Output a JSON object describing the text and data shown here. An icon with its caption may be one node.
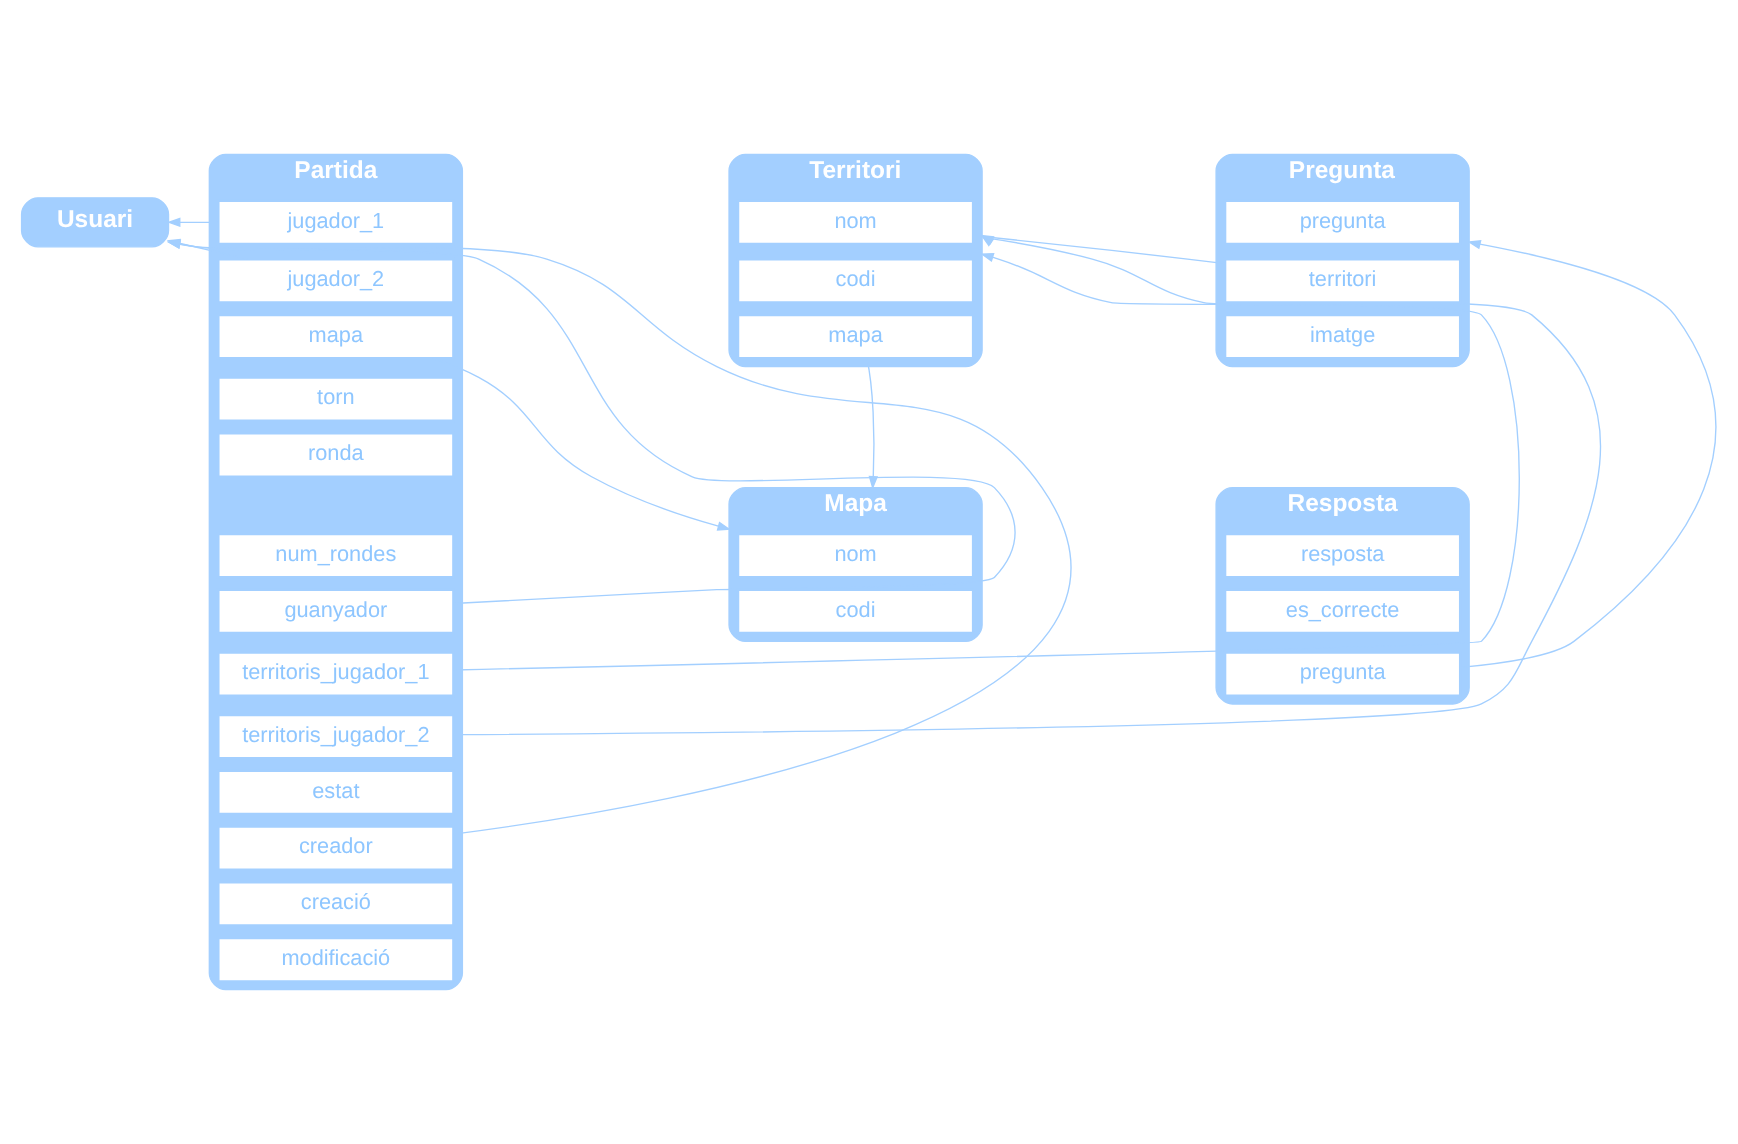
{
  "diagram": {
    "nodes": [
      {
        "text": [
          "Usuari"
        ]
      },
      {
        "text": [
          "Partida"
        ]
      },
      {
        "text": [
          "jugador_1"
        ],
        "in": 1
      },
      {
        "text": [
          "jugador_2"
        ],
        "in": 1
      },
      {
        "text": [
          "mapa"
        ],
        "in": 1
      },
      {
        "text": [
          "torn"
        ],
        "in": 1
      },
      {
        "text": [
          "ronda"
        ],
        "in": 1
      },
      {
        "text": [
          "num_rondes"
        ],
        "in": 1
      },
      {
        "text": [
          "guanyador"
        ],
        "in": 1
      },
      {
        "text": [
          "territoris_jugador_1"
        ],
        "in": 1
      },
      {
        "text": [
          "territoris_jugador_2"
        ],
        "in": 1
      },
      {
        "text": [
          "estat"
        ],
        "in": 1
      },
      {
        "text": [
          "creador"
        ],
        "in": 1
      },
      {
        "text": [
          "creació"
        ],
        "in": 1
      },
      {
        "text": [
          "modificació"
        ],
        "in": 1
      },
      {
        "text": [
          "Pregunta"
        ]
      },
      {
        "text": [
          "pregunta"
        ],
        "in": 15
      },
      {
        "text": [
          "territori"
        ],
        "in": 15
      },
      {
        "text": [
          "imatge"
        ],
        "in": 15
      },
      {
        "text": [
          "Territori"
        ]
      },
      {
        "text": [
          "nom"
        ],
        "in": 19
      },
      {
        "text": [
          "codi"
        ],
        "in": 19
      },
      {
        "text": [
          "mapa"
        ],
        "in": 19
      },
      {
        "text": [
          "Resposta"
        ]
      },
      {
        "text": [
          "resposta"
        ],
        "in": 23
      },
      {
        "text": [
          "es_correcte"
        ],
        "in": 23
      },
      {
        "text": [
          "pregunta"
        ],
        "in": 23
      },
      {
        "text": [
          "Mapa"
        ]
      },
      {
        "text": [
          "nom"
        ],
        "in": 27
      },
      {
        "text": [
          "codi"
        ],
        "in": 27
      }
    ],
    "edges": [
      {
        "from": 2,
        "to": 0,
        "arrow": "to"
      },
      {
        "from": 3,
        "to": 0,
        "arrow": "to"
      },
      {
        "from": 8,
        "to": 0,
        "arrow": "to"
      },
      {
        "from": 12,
        "to": 0,
        "arrow": "to"
      },
      {
        "from": 4,
        "to": 27,
        "arrow": "to"
      },
      {
        "from": 9,
        "to": 19,
        "arrow": "to"
      },
      {
        "from": 10,
        "to": 19,
        "arrow": "to"
      },
      {
        "from": 17,
        "to": 19,
        "arrow": "to"
      },
      {
        "from": 22,
        "to": 27,
        "arrow": "to"
      },
      {
        "from": 26,
        "to": 15,
        "arrow": "to"
      }
    ]
  }
}
